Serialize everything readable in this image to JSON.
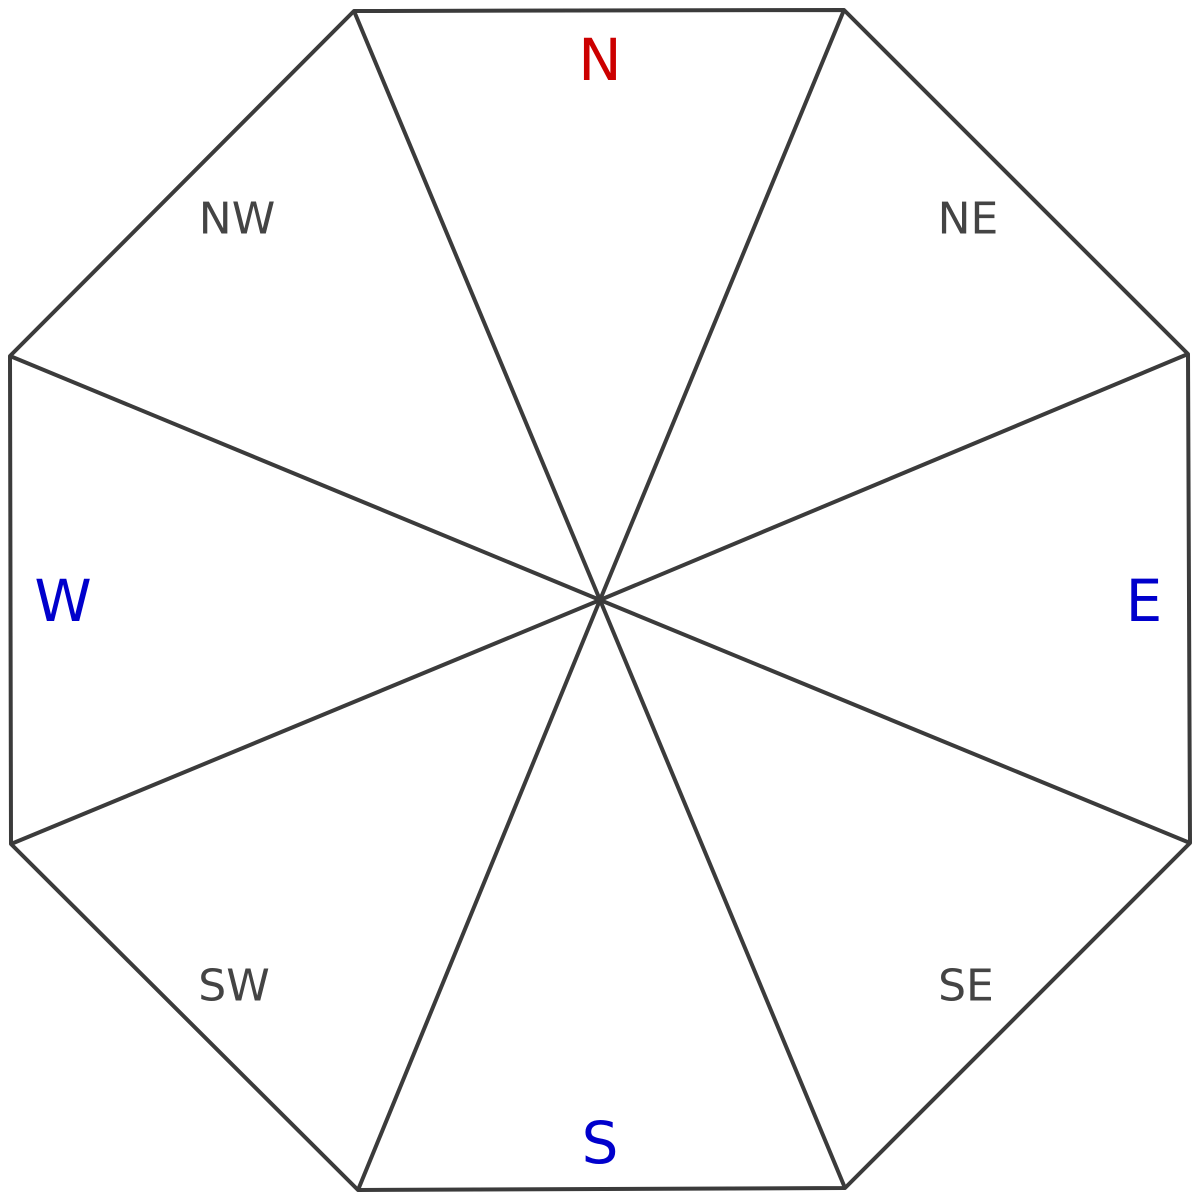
{
  "compass": {
    "labels": {
      "n": "N",
      "ne": "NE",
      "e": "E",
      "se": "SE",
      "s": "S",
      "sw": "SW",
      "w": "W",
      "nw": "NW"
    },
    "colors": {
      "north": "#cc0000",
      "cardinal": "#0000cc",
      "intercardinal": "#444444",
      "stroke": "#3b3b3b"
    }
  }
}
